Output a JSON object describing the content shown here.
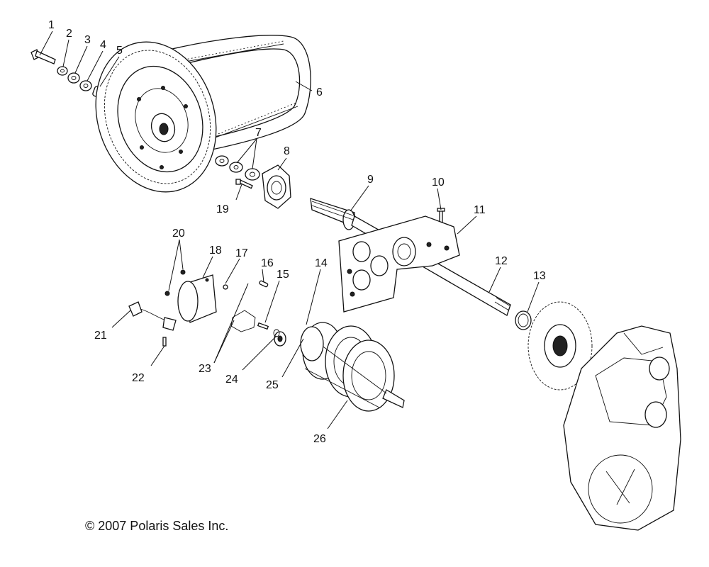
{
  "callouts": {
    "c1": "1",
    "c2": "2",
    "c3": "3",
    "c4": "4",
    "c5": "5",
    "c6": "6",
    "c7": "7",
    "c8": "8",
    "c9": "9",
    "c10": "10",
    "c11": "11",
    "c12": "12",
    "c13": "13",
    "c14": "14",
    "c15": "15",
    "c16": "16",
    "c17": "17",
    "c18": "18",
    "c19": "19",
    "c20": "20",
    "c21": "21",
    "c22": "22",
    "c23": "23",
    "c24": "24",
    "c25": "25",
    "c26": "26"
  },
  "footer": {
    "copyright": "© 2007 Polaris Sales Inc."
  }
}
